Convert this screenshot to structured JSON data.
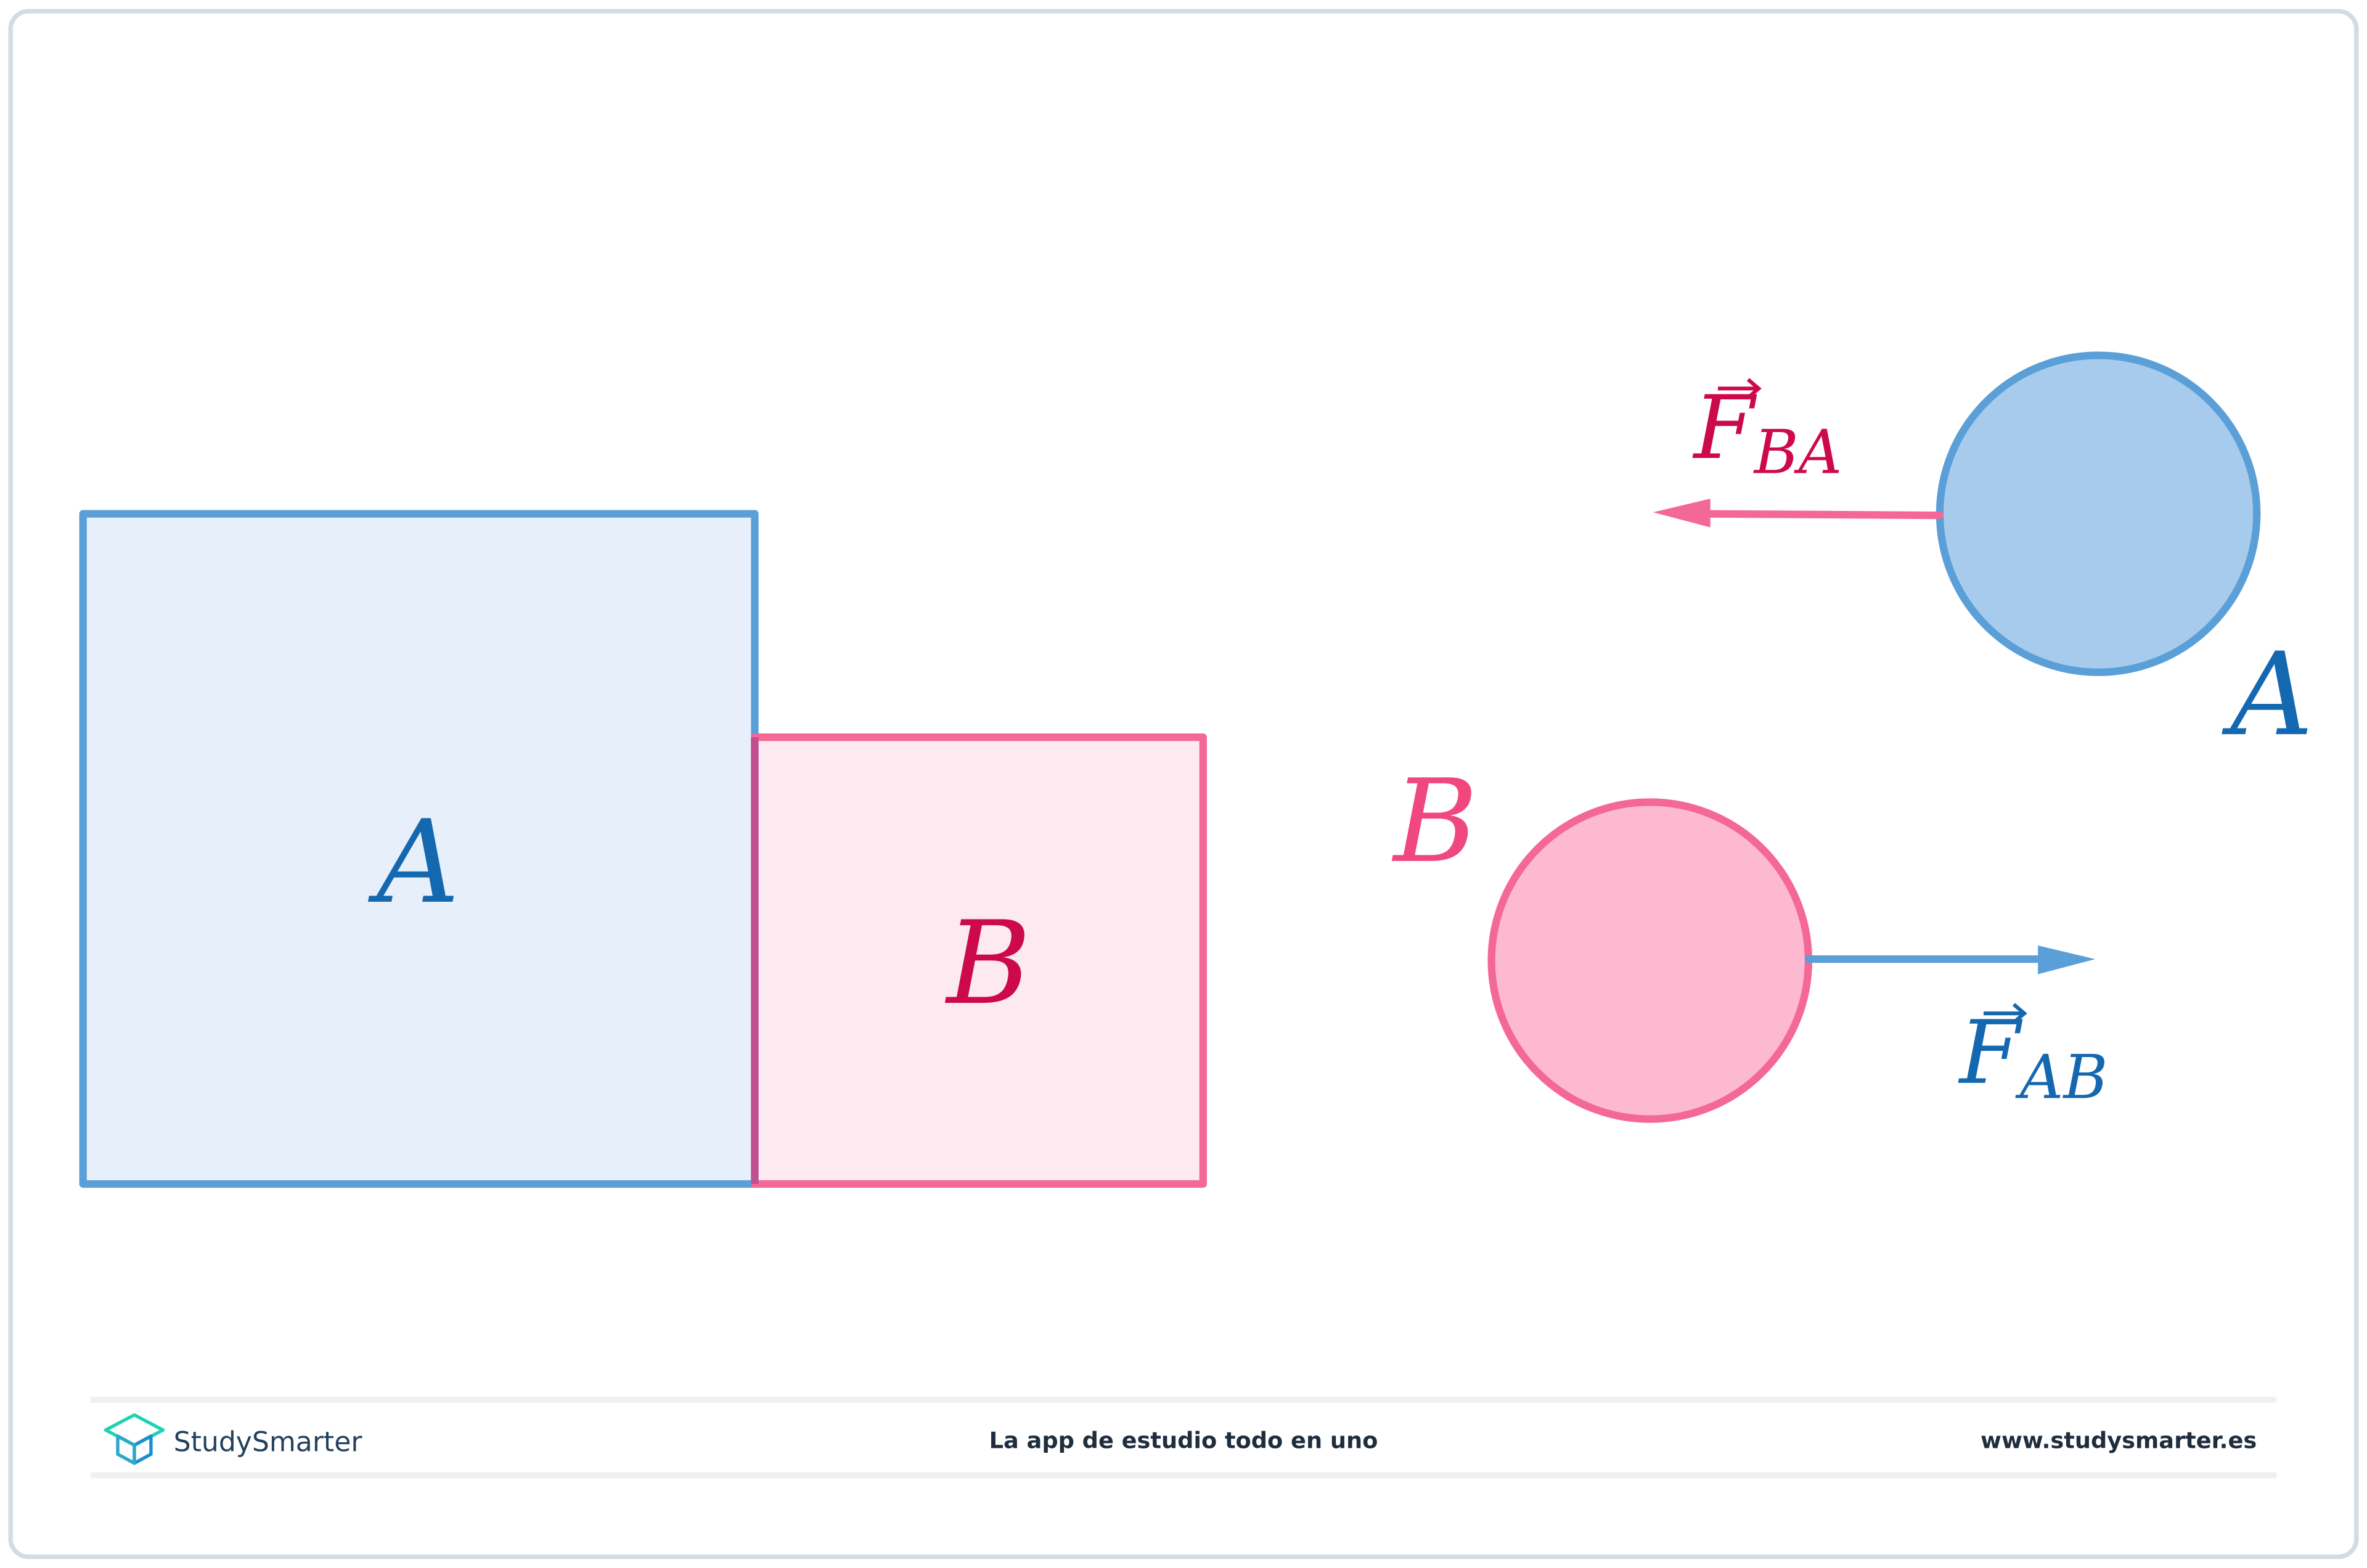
{
  "diagram": {
    "left": {
      "block_a_label": "A",
      "block_b_label": "B"
    },
    "right": {
      "body_a_label": "A",
      "body_b_label": "B",
      "force_ba": {
        "symbol": "F",
        "subscript": "BA",
        "direction": "left"
      },
      "force_ab": {
        "symbol": "F",
        "subscript": "AB",
        "direction": "right"
      }
    }
  },
  "colors": {
    "blue": "#5a9fd8",
    "blue_fill": "#a7cbec",
    "blue_light": "#e7f0fa",
    "blue_text": "#1368b0",
    "pink": "#f46896",
    "pink_fill": "#fdb9d0",
    "pink_light": "#fde9f0",
    "pink_text": "#cc0a4a"
  },
  "footer": {
    "brand": "StudySmarter",
    "tagline": "La app de estudio todo en uno",
    "url": "www.studysmarter.es"
  }
}
